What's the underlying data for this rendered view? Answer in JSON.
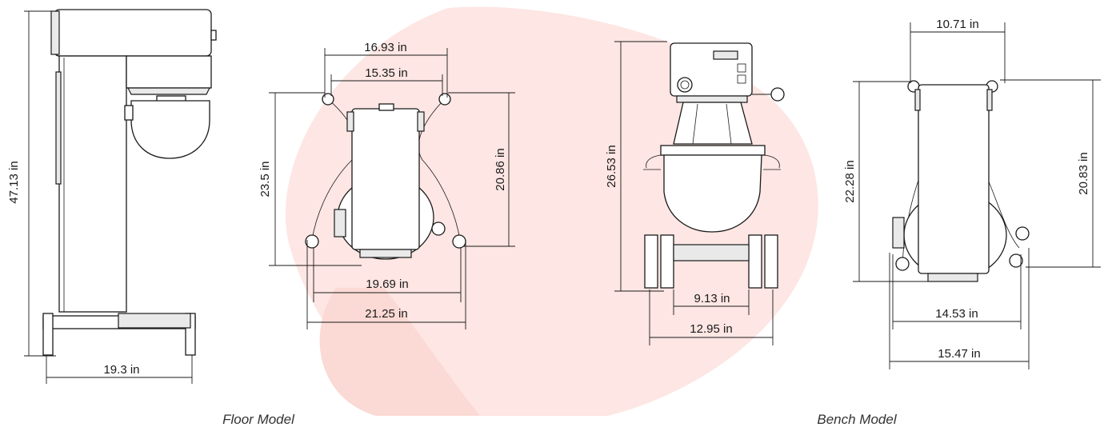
{
  "colors": {
    "watermark": "#fde6e3",
    "line": "#1a1a1a",
    "caption": "#333333"
  },
  "floor_model": {
    "caption": "Floor Model",
    "side_height": "47.13 in",
    "side_depth": "19.3 in",
    "front_top_outer": "16.93 in",
    "front_top_inner": "15.35 in",
    "front_left_height": "23.5 in",
    "front_right_height": "20.86 in",
    "front_base_inner": "19.69 in",
    "front_base_outer": "21.25 in"
  },
  "bench_model": {
    "caption": "Bench Model",
    "front_height": "26.53 in",
    "front_base_inner": "9.13 in",
    "front_base_outer": "12.95 in",
    "top_width": "10.71 in",
    "left_height": "22.28 in",
    "right_height": "20.83 in",
    "base_inner": "14.53 in",
    "base_outer": "15.47 in"
  }
}
